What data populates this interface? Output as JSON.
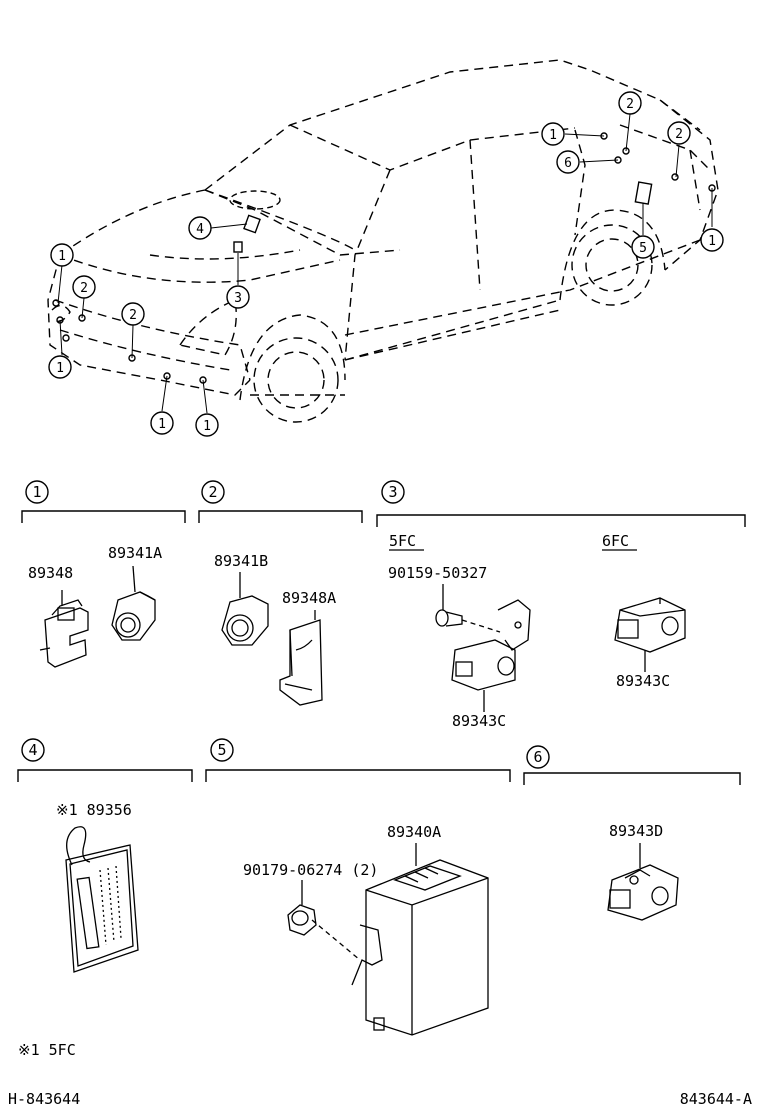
{
  "overview_callouts": [
    "1",
    "2",
    "3",
    "4",
    "5",
    "6"
  ],
  "sections": [
    {
      "id": "1",
      "parts": [
        "89348",
        "89341A"
      ]
    },
    {
      "id": "2",
      "parts": [
        "89341B",
        "89348A"
      ]
    },
    {
      "id": "3",
      "variants": [
        "5FC",
        "6FC"
      ],
      "parts": [
        "90159-50327",
        "89343C",
        "89343C"
      ]
    },
    {
      "id": "4",
      "parts": [
        "※1 89356"
      ]
    },
    {
      "id": "5",
      "parts": [
        "89340A",
        "90179-06274 (2)"
      ]
    },
    {
      "id": "6",
      "parts": [
        "89343D"
      ]
    }
  ],
  "note": "※1  5FC",
  "footer": {
    "left": "H-843644",
    "right": "843644-A"
  },
  "colors": {
    "ink": "#000000",
    "background": "#ffffff"
  }
}
